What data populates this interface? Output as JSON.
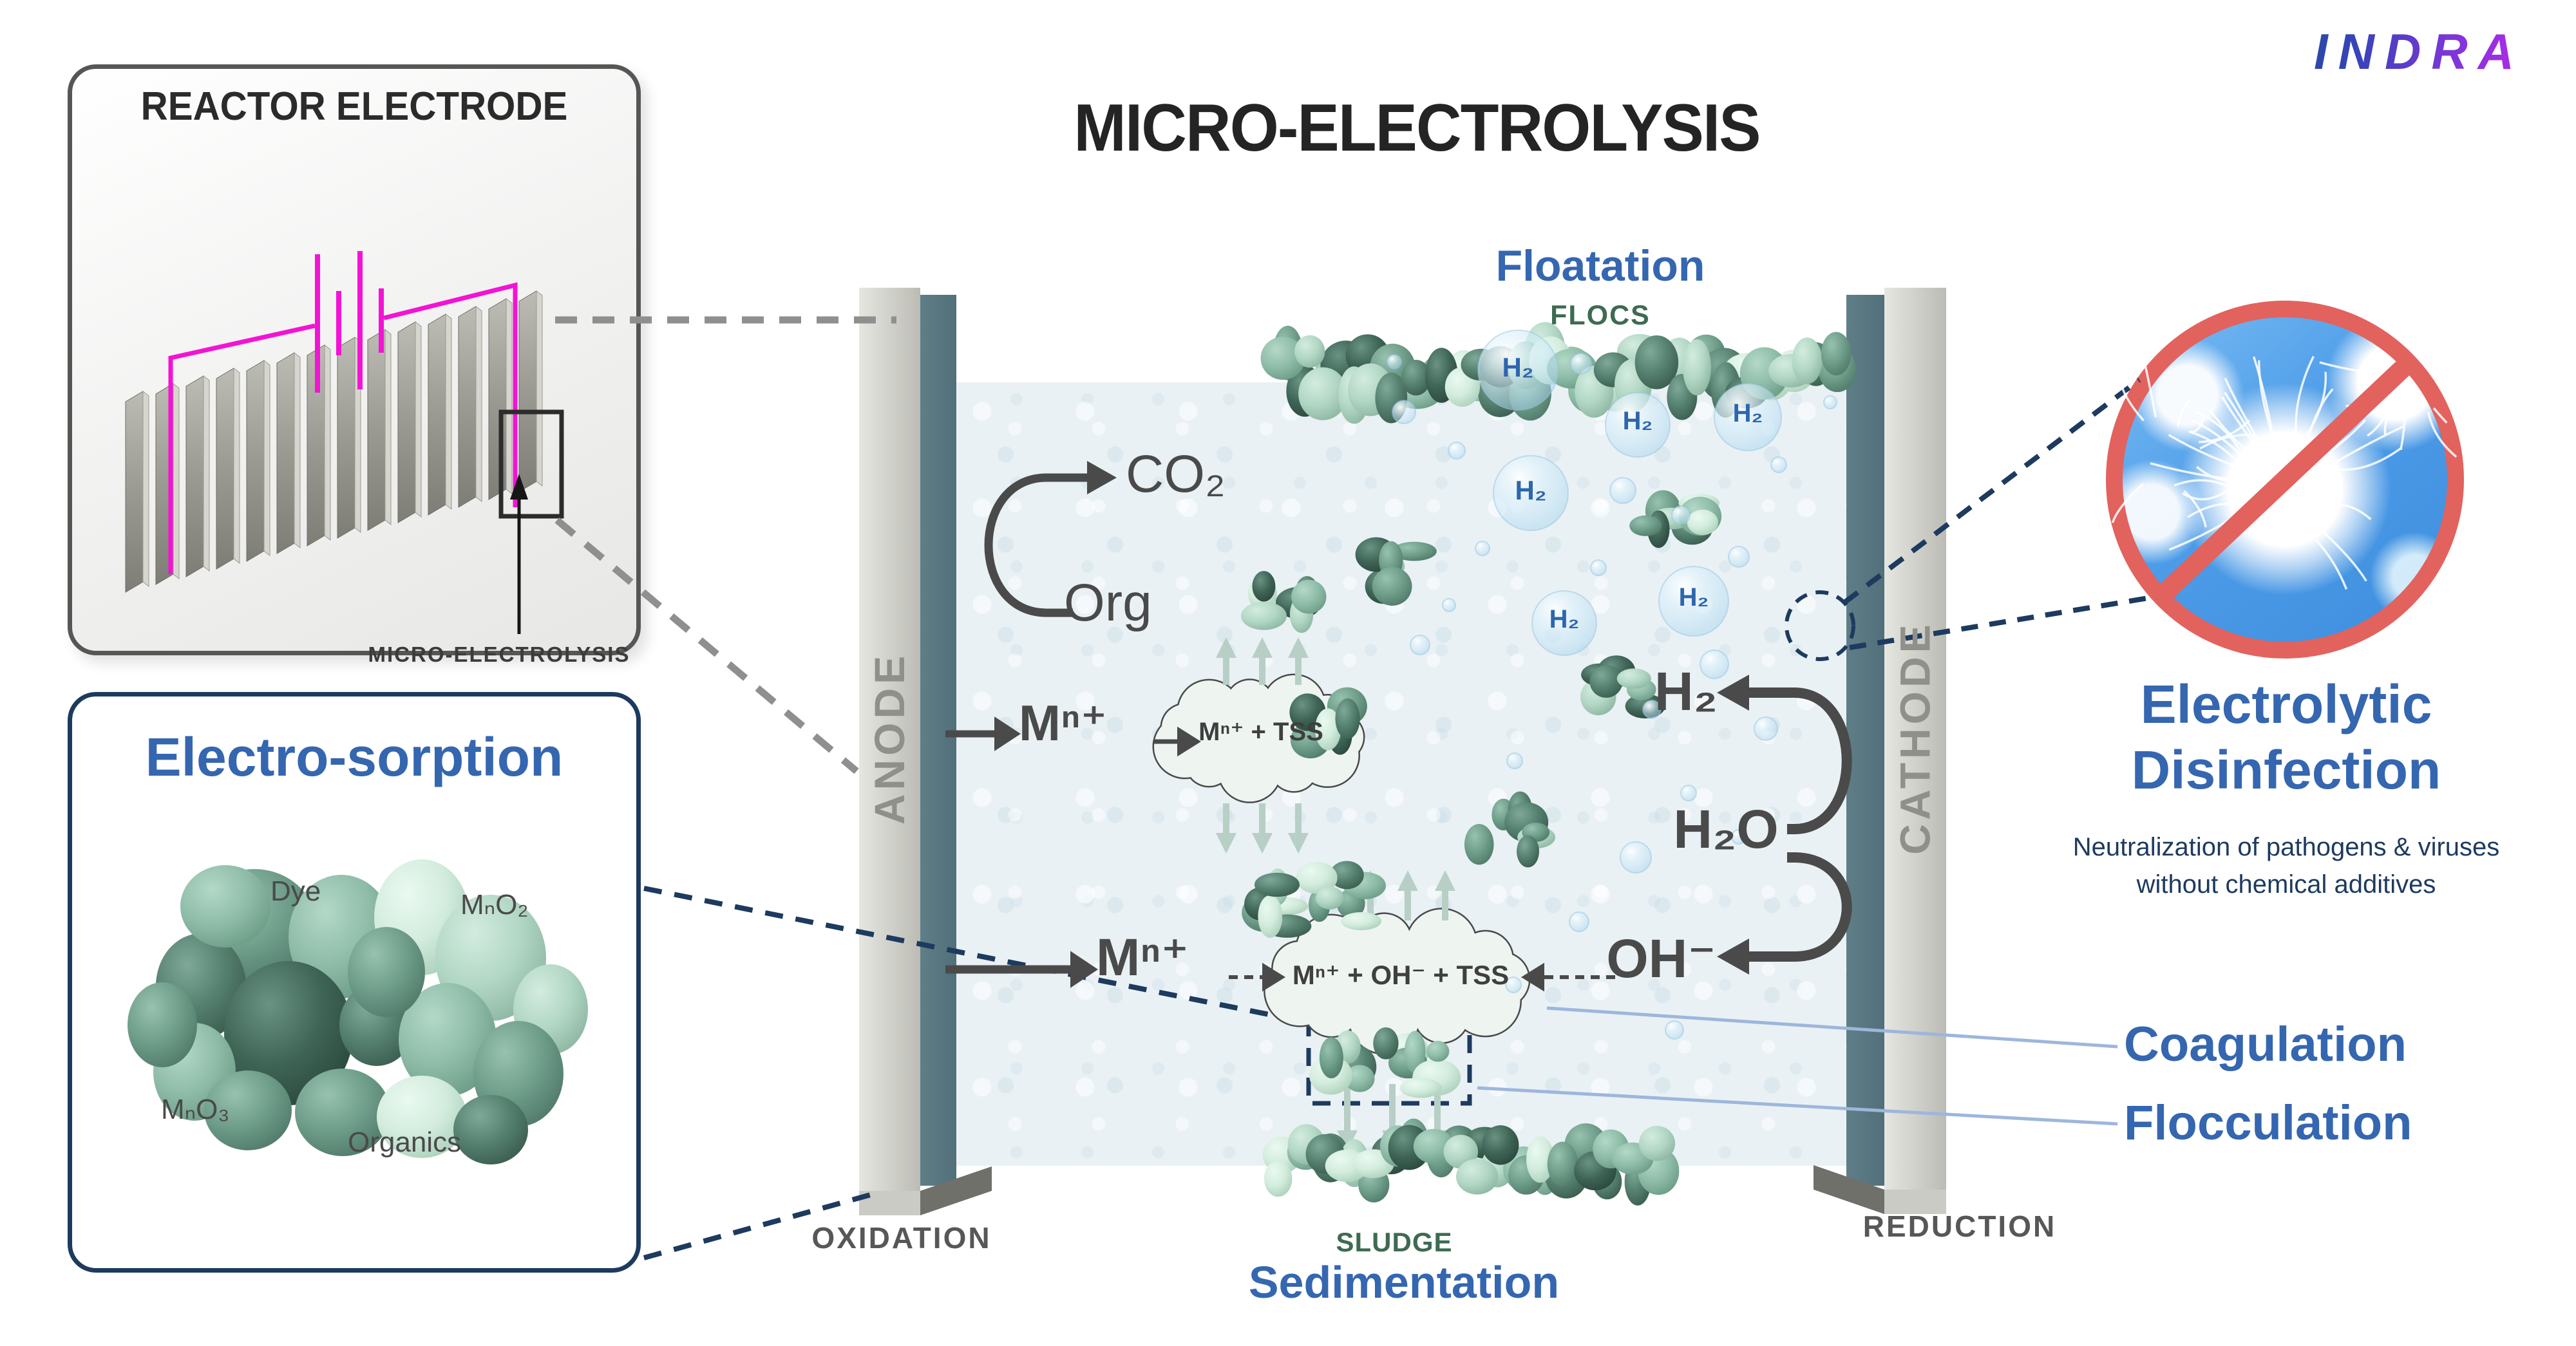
{
  "logo": {
    "text": "INDRA"
  },
  "header": {
    "title": "MICRO-ELECTROLYSIS"
  },
  "reactor_box": {
    "title": "REACTOR ELECTRODE",
    "caption": "MICRO-ELECTROLYSIS"
  },
  "sorption_box": {
    "title": "Electro-sorption",
    "labels": {
      "dye": "Dye",
      "mno2": "MₙO₂",
      "mno3": "MₙO₃",
      "organics": "Organics"
    }
  },
  "cell": {
    "anode": "ANODE",
    "cathode": "CATHODE",
    "oxidation": "OXIDATION",
    "reduction": "REDUCTION",
    "floatation": "Floatation",
    "flocs": "FLOCS",
    "sludge": "SLUDGE",
    "sedimentation": "Sedimentation",
    "co2": "CO₂",
    "org": "Org",
    "metal_ion": "Mⁿ⁺",
    "cloud1": "Mⁿ⁺ + TSS",
    "cloud2": "Mⁿ⁺ + OH⁻ + TSS",
    "h2": "H₂",
    "h2o": "H₂O",
    "oh": "OH⁻",
    "coagulation": "Coagulation",
    "flocculation": "Flocculation"
  },
  "disinfection": {
    "title_line1": "Electrolytic",
    "title_line2": "Disinfection",
    "subtitle_line1": "Neutralization of pathogens & viruses",
    "subtitle_line2": "without chemical additives"
  },
  "colors": {
    "accent_blue": "#3566b0",
    "deep_navy": "#1d3a5f",
    "label_green": "#3d6b52",
    "label_gray": "#4a4a4a",
    "magenta": "#f313d4",
    "ring_red": "#e2625e"
  }
}
